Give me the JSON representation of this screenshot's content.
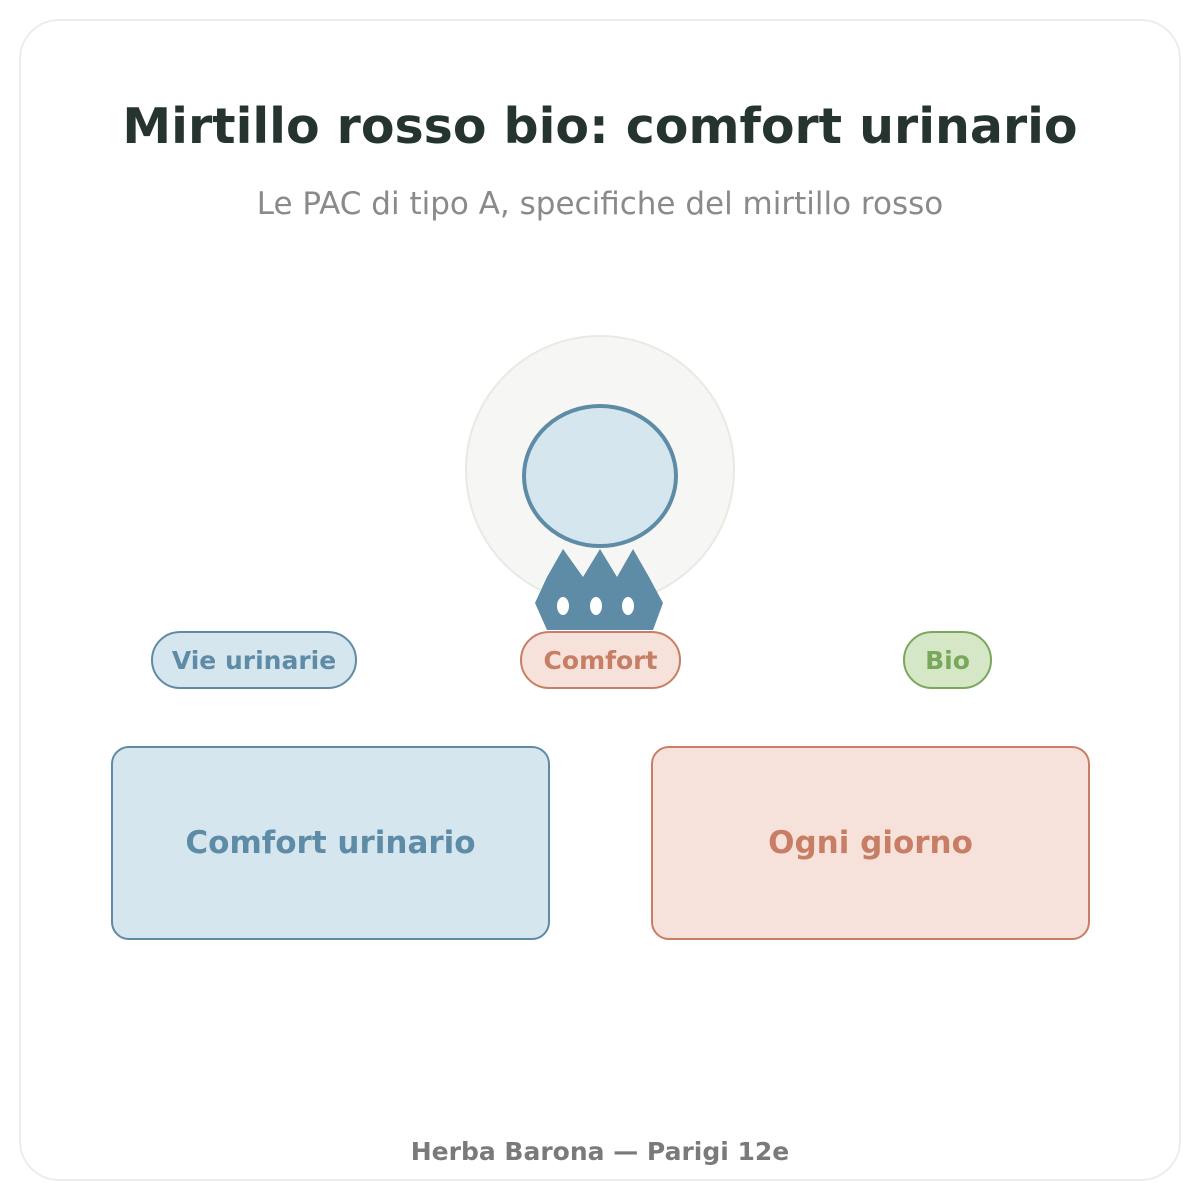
{
  "header": {
    "title": "Mirtillo rosso bio: comfort urinario",
    "subtitle": "Le PAC di tipo A, specifiche del mirtillo rosso"
  },
  "tags": [
    {
      "label": "Vie urinarie"
    },
    {
      "label": "Comfort"
    },
    {
      "label": "Bio"
    }
  ],
  "cards": [
    {
      "label": "Comfort urinario"
    },
    {
      "label": "Ogni giorno"
    }
  ],
  "footer": {
    "text": "Herba Barona — Parigi 12e"
  },
  "colors": {
    "blue": "#5e8ba6",
    "blue_fill": "#d6e6ef",
    "red": "#c87e64",
    "red_fill": "#f6e2da",
    "green": "#78a85a",
    "green_fill": "#d5e7c7",
    "title": "#263430"
  }
}
